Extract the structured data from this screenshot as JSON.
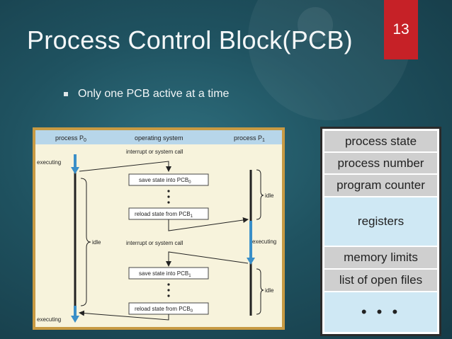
{
  "slide": {
    "title": "Process Control Block(PCB)",
    "number": "13",
    "bullet": "Only one PCB active at a time"
  },
  "diagram": {
    "header": {
      "p0": "process P",
      "p0_sub": "0",
      "os": "operating system",
      "p1": "process P",
      "p1_sub": "1"
    },
    "labels": {
      "executing_top": "executing",
      "interrupt_1": "interrupt or system call",
      "save_1": "save state into PCB",
      "save_1_sub": "0",
      "reload_1": "reload state from PCB",
      "reload_1_sub": "1",
      "idle_left": "idle",
      "idle_right_1": "idle",
      "interrupt_2": "interrupt or system call",
      "executing_right": "executing",
      "save_2": "save state into PCB",
      "save_2_sub": "1",
      "idle_right_2": "idle",
      "reload_2": "reload state from PCB",
      "reload_2_sub": "0",
      "executing_bottom": "executing"
    }
  },
  "pcb_fields": [
    "process state",
    "process number",
    "program counter",
    "registers",
    "memory limits",
    "list of open files",
    "• • •"
  ],
  "colors": {
    "accent_red": "#c62127",
    "arrow_blue": "#3a8fc8",
    "pcb_gray": "#cfcfcf",
    "pcb_blue": "#cfe8f4"
  }
}
